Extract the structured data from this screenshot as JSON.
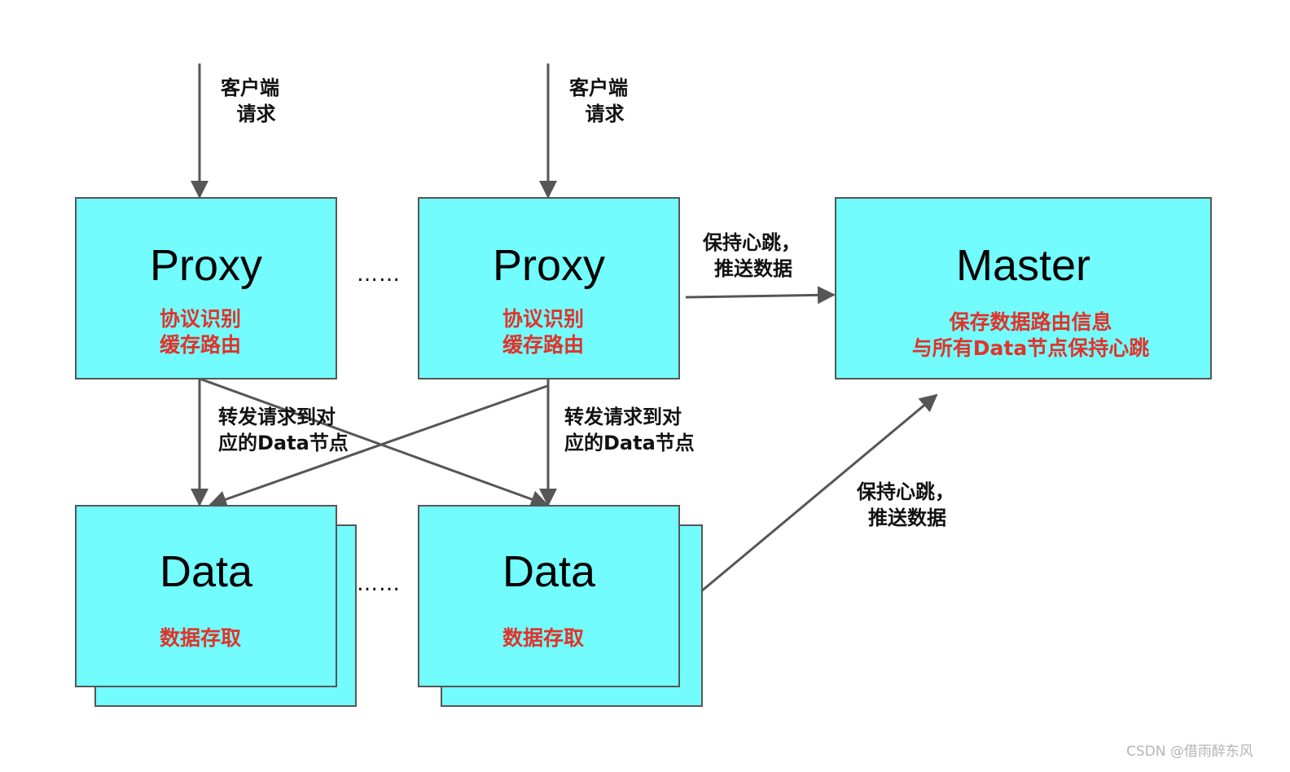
{
  "client_request": {
    "line1": "客户端",
    "line2": "请求"
  },
  "proxy_left": {
    "title": "Proxy",
    "sub1": "协议识别",
    "sub2": "缓存路由"
  },
  "proxy_right": {
    "title": "Proxy",
    "sub1": "协议识别",
    "sub2": "缓存路由"
  },
  "master": {
    "title": "Master",
    "sub1": "保存数据路由信息",
    "sub2": "与所有Data节点保持心跳"
  },
  "data_left": {
    "title": "Data",
    "sub1": "数据存取"
  },
  "data_right": {
    "title": "Data",
    "sub1": "数据存取"
  },
  "forward_label": {
    "line1": "转发请求到对",
    "line2": "应的Data节点"
  },
  "heartbeat_label": {
    "line1": "保持心跳，",
    "line2": "推送数据"
  },
  "ellipsis": "……",
  "watermark": "CSDN @借雨醉东风",
  "colors": {
    "box_fill": "#72fcfd",
    "box_border": "#565656",
    "sub_text": "#e0332a",
    "arrow": "#565656"
  }
}
